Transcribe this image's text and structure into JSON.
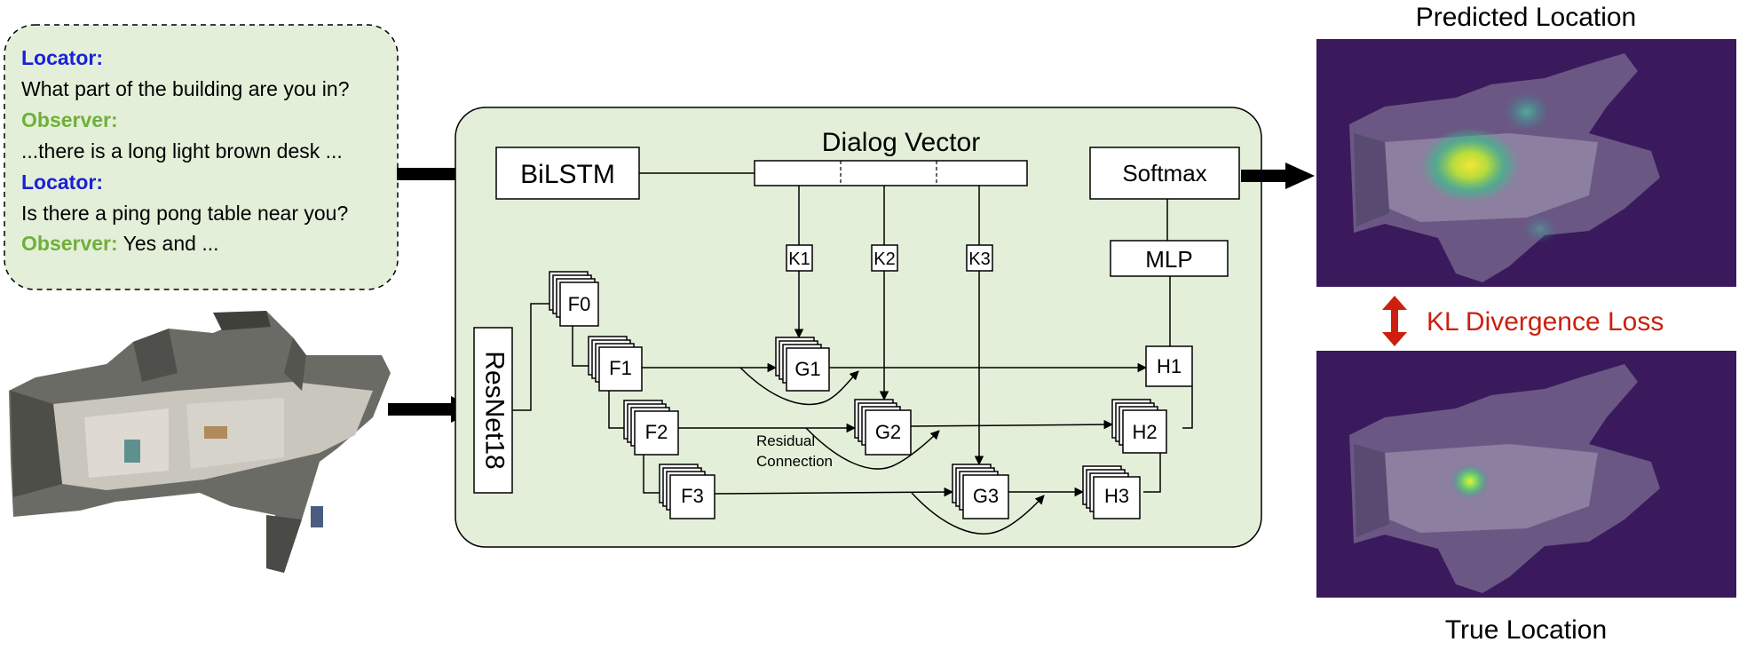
{
  "dialog": {
    "lines": [
      {
        "speaker": "Locator:",
        "text": ""
      },
      {
        "speaker": "",
        "text": "What part of the building are you in?"
      },
      {
        "speaker": "Observer:",
        "text": ""
      },
      {
        "speaker": "",
        "text": "...there is a long light brown desk ..."
      },
      {
        "speaker": "Locator:",
        "text": ""
      },
      {
        "speaker": "",
        "text": "Is there a ping pong table near you?"
      },
      {
        "speaker": "Observer:",
        "text": " Yes and ..."
      }
    ]
  },
  "model": {
    "bilstm": "BiLSTM",
    "dialog_vector": "Dialog Vector",
    "softmax": "Softmax",
    "mlp": "MLP",
    "resnet": "ResNet18",
    "keys": [
      "K1",
      "K2",
      "K3"
    ],
    "features": [
      "F0",
      "F1",
      "F2",
      "F3"
    ],
    "gated": [
      "G1",
      "G2",
      "G3"
    ],
    "heads": [
      "H1",
      "H2",
      "H3"
    ],
    "residual_line1": "Residual",
    "residual_line2": "Connection"
  },
  "outputs": {
    "predicted": "Predicted Location",
    "true": "True Location",
    "loss": "KL Divergence Loss"
  },
  "colors": {
    "panel_fill": "#e4efd9",
    "locator": "#1a22d6",
    "observer": "#6fb03a",
    "loss": "#cc1f10",
    "heatmap_bg": "#3a1a5c"
  }
}
